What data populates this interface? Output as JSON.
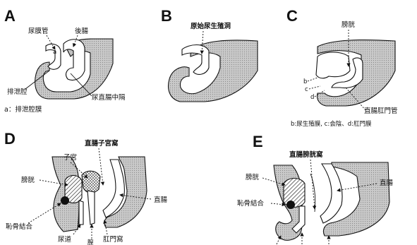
{
  "panels": {
    "a": {
      "letter": "A",
      "labels": {
        "allantois": "尿膜管",
        "hindgut": "後腸",
        "marker_a": "a",
        "cloaca": "排泄腔",
        "urorectal_septum": "尿直腸中隔"
      },
      "caption": "a：排泄腔膜"
    },
    "b": {
      "letter": "B",
      "labels": {
        "primitive_sinus": "原始尿生殖洞"
      }
    },
    "c": {
      "letter": "C",
      "labels": {
        "bladder": "膀胱",
        "marker_b": "b",
        "marker_c": "c",
        "marker_d": "d",
        "anorectal_canal": "直腸肛門管"
      },
      "caption": "b:尿生殖膜, c:会陰、d:肛門膜"
    },
    "d": {
      "letter": "D",
      "labels": {
        "rectouterine_pouch": "直腸子宮窩",
        "uterus": "子宮",
        "bladder": "膀胱",
        "rectum": "直腸",
        "pubic_symphysis": "恥骨結合",
        "urethra": "尿道",
        "vagina": "膣",
        "anal_fossa": "肛門窩"
      }
    },
    "e": {
      "letter": "E",
      "labels": {
        "rectovesical_pouch": "直腸膀胱窩",
        "bladder": "膀胱",
        "rectum": "直腸",
        "pubic_symphysis": "恥骨結合"
      }
    }
  }
}
